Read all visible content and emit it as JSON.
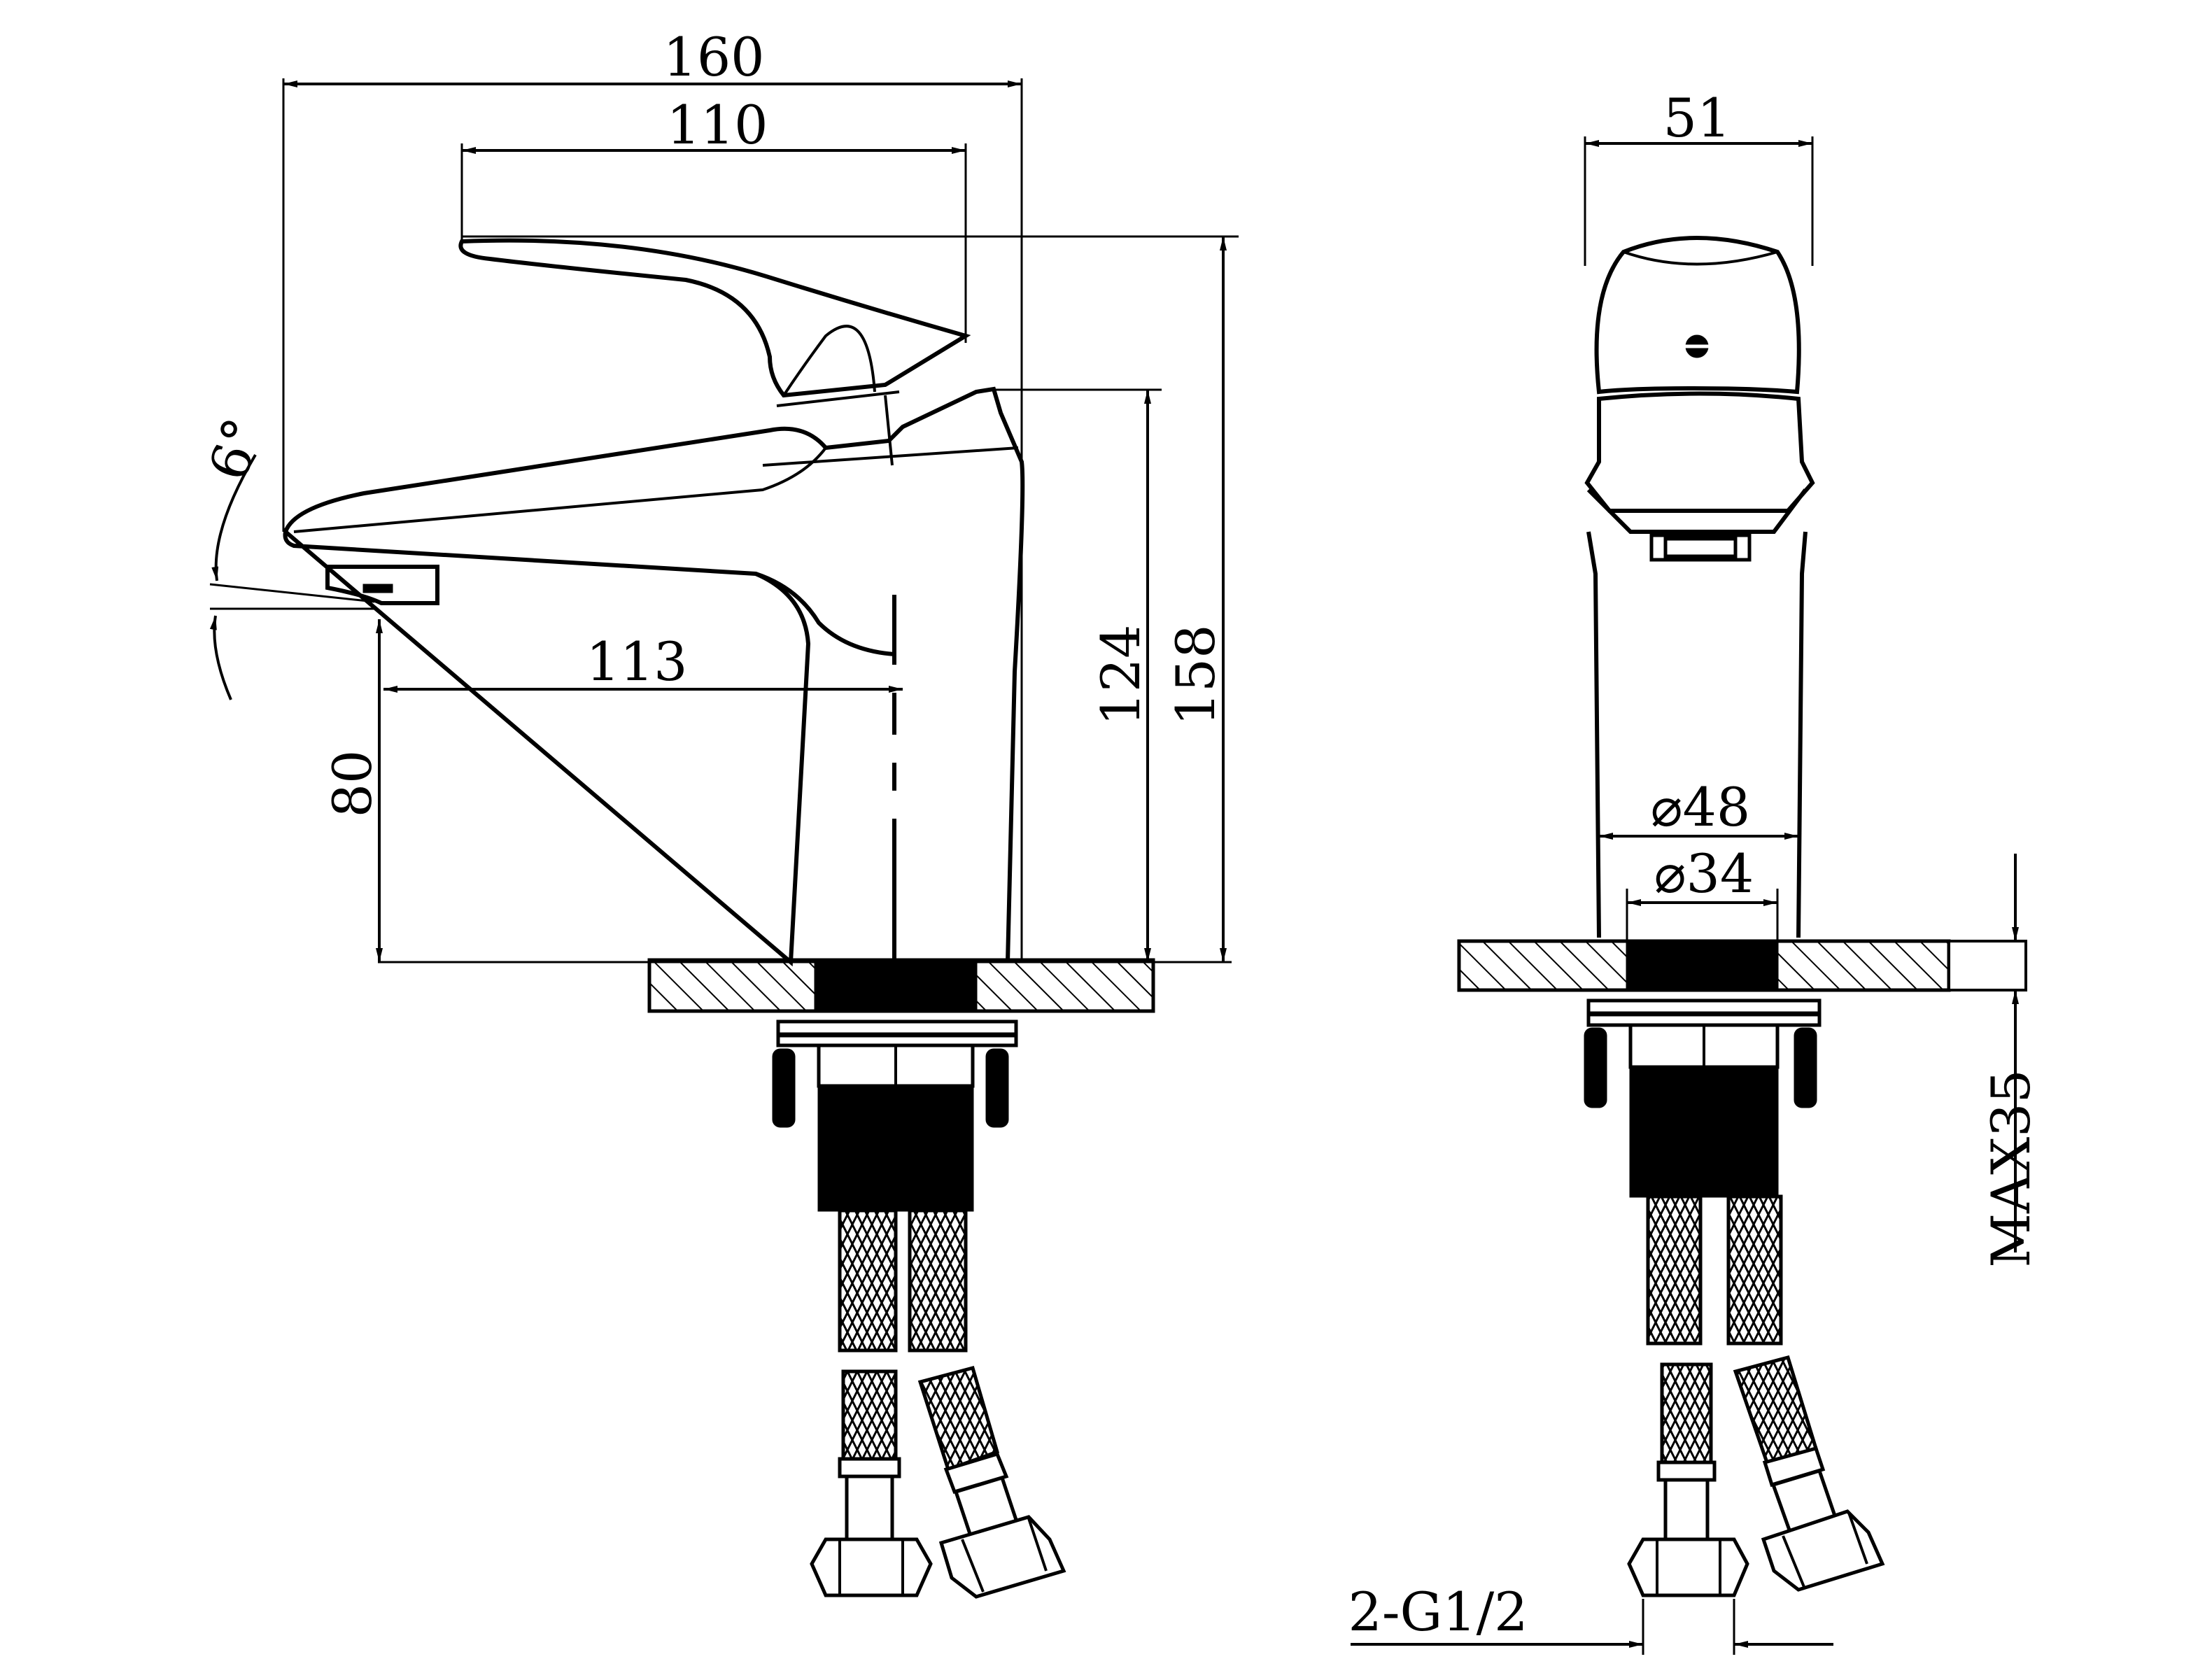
{
  "dimensions": {
    "overall_length": "160",
    "handle_length": "110",
    "spout_reach": "113",
    "spout_height": "80",
    "body_height": "124",
    "total_height": "158",
    "tilt_angle": "6°",
    "width": "51",
    "base_diameter": "⌀48",
    "shank_diameter": "⌀34",
    "max_deck_thickness": "MAX35",
    "connection": "2-G1/2"
  }
}
